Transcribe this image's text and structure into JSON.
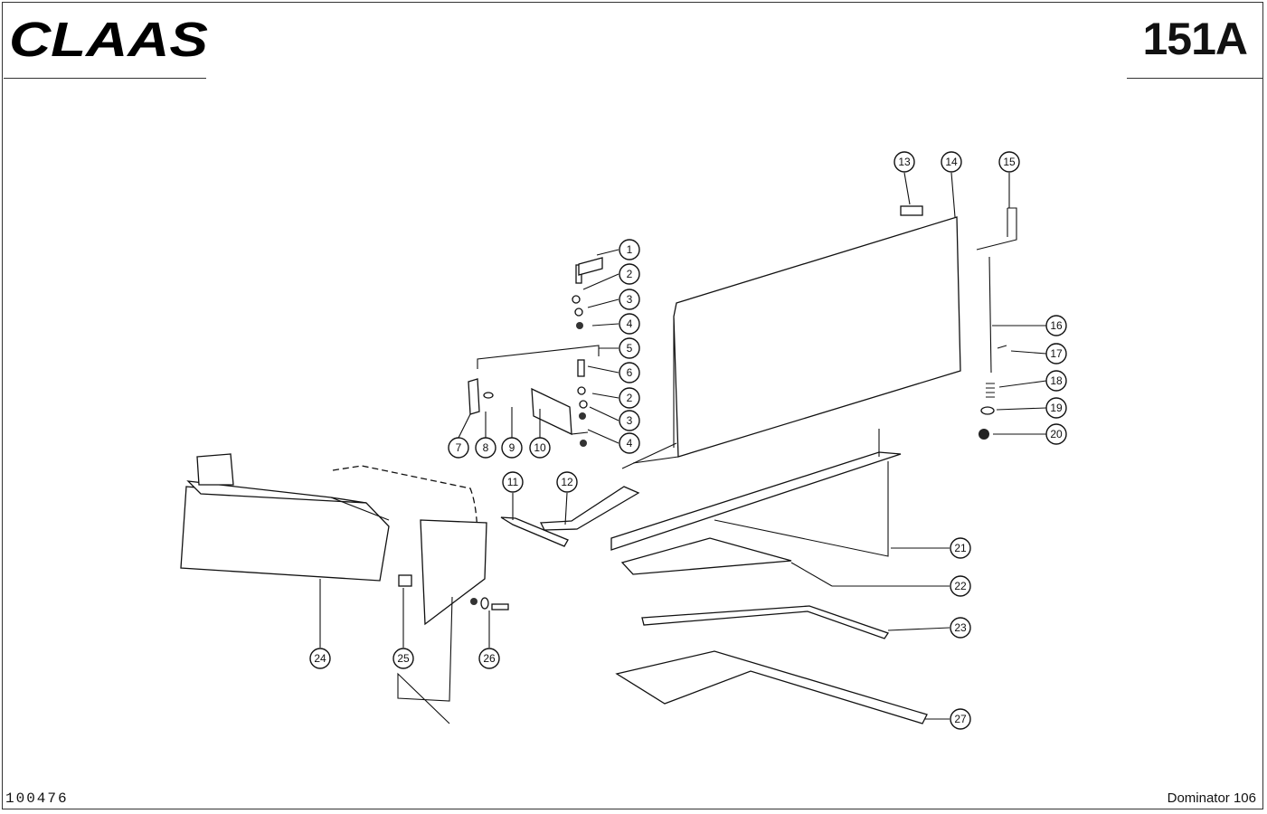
{
  "header": {
    "brand": "CLAAS",
    "page_number": "151A"
  },
  "footer": {
    "document_id": "100476",
    "model": "Dominator 106"
  },
  "callouts": [
    "1",
    "2",
    "3",
    "4",
    "5",
    "6",
    "2",
    "3",
    "4",
    "7",
    "8",
    "9",
    "10",
    "11",
    "12",
    "13",
    "14",
    "15",
    "16",
    "17",
    "18",
    "19",
    "20",
    "21",
    "22",
    "23",
    "24",
    "25",
    "26",
    "27"
  ]
}
